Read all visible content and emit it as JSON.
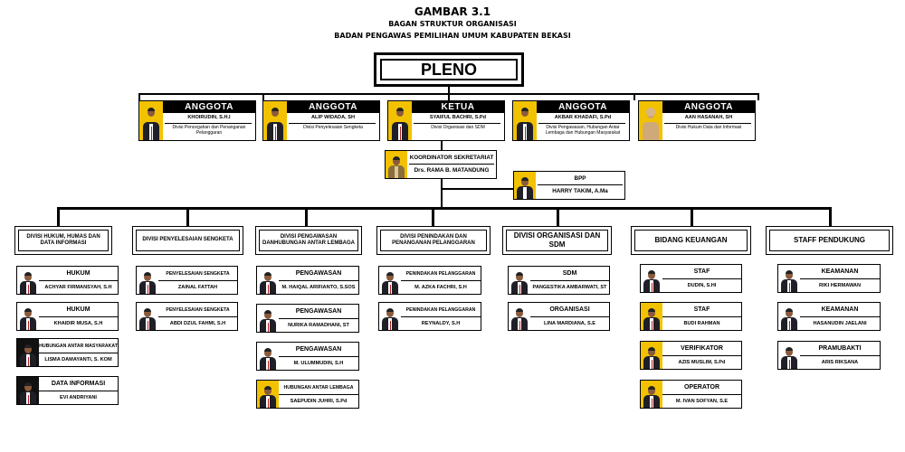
{
  "titles": {
    "gambar": "GAMBAR 3.1",
    "bagan": "BAGAN STRUKTUR ORGANISASI",
    "badan": "BADAN PENGAWAS PEMILIHAN UMUM KABUPATEN BEKASI"
  },
  "pleno": "PLENO",
  "members": [
    {
      "role": "ANGGOTA",
      "name": "KHOIRUDIN, S.H.I",
      "division": "Divisi Pencegahan dan Penanganan Pelanggaran"
    },
    {
      "role": "ANGGOTA",
      "name": "ALIP WIDADA, SH",
      "division": "Divisi Penyelesaian Sengketa"
    },
    {
      "role": "KETUA",
      "name": "SYAIFUL BACHRI, S.Pd",
      "division": "Divisi Organisasi dan SDM"
    },
    {
      "role": "ANGGOTA",
      "name": "AKBAR KHADAFI, S.Pd",
      "division": "Divisi Pengawasan, Hubungan Antar Lembaga dan Hubungan Masyarakat"
    },
    {
      "role": "ANGGOTA",
      "name": "AAN HASANAH, SH",
      "division": "Divisi Hukum Data dan Informasi"
    }
  ],
  "koordinator": {
    "title": "KOORDINATOR SEKRETARIAT",
    "name": "Drs. RAMA B. MATANDUNG"
  },
  "bpp": {
    "title": "BPP",
    "name": "HARRY TAKIM, A.Ma"
  },
  "divisions": [
    {
      "label": "DIVISI HUKUM, HUMAS DAN DATA INFORMASI"
    },
    {
      "label": "DIVISI PENYELESAIAN SENGKETA"
    },
    {
      "label": "DIVISI PENGAWASAN DANHUBUNGAN ANTAR LEMBAGA"
    },
    {
      "label": "DIVISI PENINDAKAN DAN PENANGANAN PELANGGARAN"
    },
    {
      "label": "DIVISI ORGANISASI DAN SDM"
    },
    {
      "label": "BIDANG KEUANGAN"
    },
    {
      "label": "STAFF PENDUKUNG"
    }
  ],
  "staff": [
    [
      {
        "role": "HUKUM",
        "name": "ACHYAR FIRMANSYAH, S.H"
      },
      {
        "role": "HUKUM",
        "name": "KHAIDIR MUSA, S.H"
      },
      {
        "role": "HUBUNGAN ANTAR MASYARAKAT",
        "name": "LISMA DAMAYANTI, S. KOM"
      },
      {
        "role": "DATA INFORMASI",
        "name": "EVI ANDRIYANI"
      }
    ],
    [
      {
        "role": "PENYELESAIAN SENGKETA",
        "name": "ZAINAL FATTAH"
      },
      {
        "role": "PENYELESAIAN SENGKETA",
        "name": "ABDI DZUL FAHMI, S.H"
      }
    ],
    [
      {
        "role": "PENGAWASAN",
        "name": "M. HAIQAL ARIFIANTO, S.SOS"
      },
      {
        "role": "PENGAWASAN",
        "name": "NURIKA RAMADHANI, ST"
      },
      {
        "role": "PENGAWASAN",
        "name": "M. ULUMMUDIN, S.H"
      },
      {
        "role": "HUBUNGAN ANTAR LEMBAGA",
        "name": "SAEPUDIN JUHRI, S.Pd"
      }
    ],
    [
      {
        "role": "PENINDAKAN PELANGGARAN",
        "name": "M. AZKA FACHRI, S.H"
      },
      {
        "role": "PENINDAKAN PELANGGARAN",
        "name": "REYNALDY, S.H"
      }
    ],
    [
      {
        "role": "SDM",
        "name": "PANGESTIKA AMBARWATI, ST"
      },
      {
        "role": "ORGANISASI",
        "name": "LINA MARDIANA, S.E"
      }
    ],
    [
      {
        "role": "STAF",
        "name": "DUDIN, S.HI"
      },
      {
        "role": "STAF",
        "name": "BUDI RAHMAN"
      },
      {
        "role": "VERIFIKATOR",
        "name": "AZIS MUSLIM, S.Pd"
      },
      {
        "role": "OPERATOR",
        "name": "M. IVAN SOFYAN, S.E"
      }
    ],
    [
      {
        "role": "KEAMANAN",
        "name": "RIKI HERMAWAN"
      },
      {
        "role": "KEAMANAN",
        "name": "HASANUDIN JAELANI"
      },
      {
        "role": "PRAMUBAKTI",
        "name": "ARIS RIKSANA"
      }
    ]
  ],
  "colors": {
    "accent": "#f2c200",
    "line": "#000000"
  }
}
